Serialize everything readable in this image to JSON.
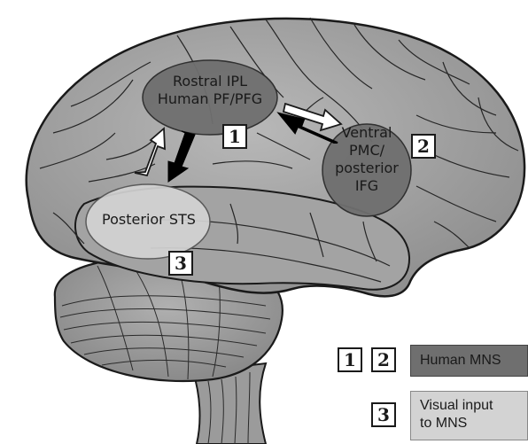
{
  "regions": {
    "ipl": {
      "line1": "Rostral IPL",
      "line2": "Human PF/PFG",
      "number": "1"
    },
    "pmc": {
      "line1": "Ventral",
      "line2": "PMC/",
      "line3": "posterior",
      "line4": "IFG",
      "number": "2"
    },
    "sts": {
      "line1": "Posterior STS",
      "number": "3"
    }
  },
  "legend": {
    "mns": {
      "num1": "1",
      "num2": "2",
      "label": "Human MNS"
    },
    "visual": {
      "num": "3",
      "line1": "Visual input",
      "line2": "to MNS"
    }
  },
  "colors": {
    "brain_fill": "#a9a9a9",
    "mns_region": "#6f6f6f",
    "visual_region": "#d3d3d3",
    "arrow_dark": "#000000",
    "arrow_light": "#ffffff"
  }
}
